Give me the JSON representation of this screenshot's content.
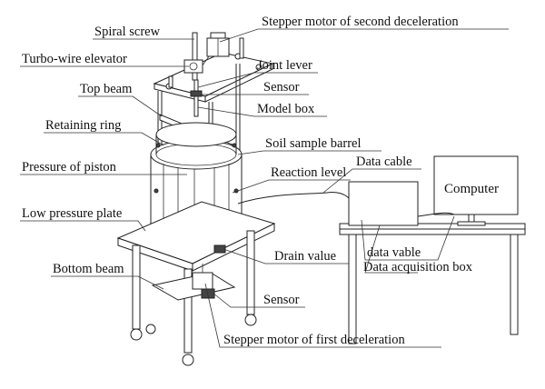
{
  "labels": {
    "spiral_screw": "Spiral screw",
    "stepper_second": "Stepper motor of second deceleration",
    "turbo_wire": "Turbo-wire elevator",
    "joint_lever": "Joint lever",
    "sensor_top": "Sensor",
    "top_beam": "Top beam",
    "model_box": "Model box",
    "retaining_ring": "Retaining ring",
    "soil_barrel": "Soil sample barrel",
    "data_cable": "Data cable",
    "pressure_piston": "Pressure of piston",
    "reaction_level": "Reaction level",
    "computer": "Computer",
    "low_pressure_plate": "Low pressure plate",
    "drain_value": "Drain value",
    "data_vable": "data vable",
    "bottom_beam": "Bottom beam",
    "data_acquisition_box": "Data acquisition box",
    "sensor_bottom": "Sensor",
    "stepper_first": "Stepper motor of first deceleration"
  }
}
